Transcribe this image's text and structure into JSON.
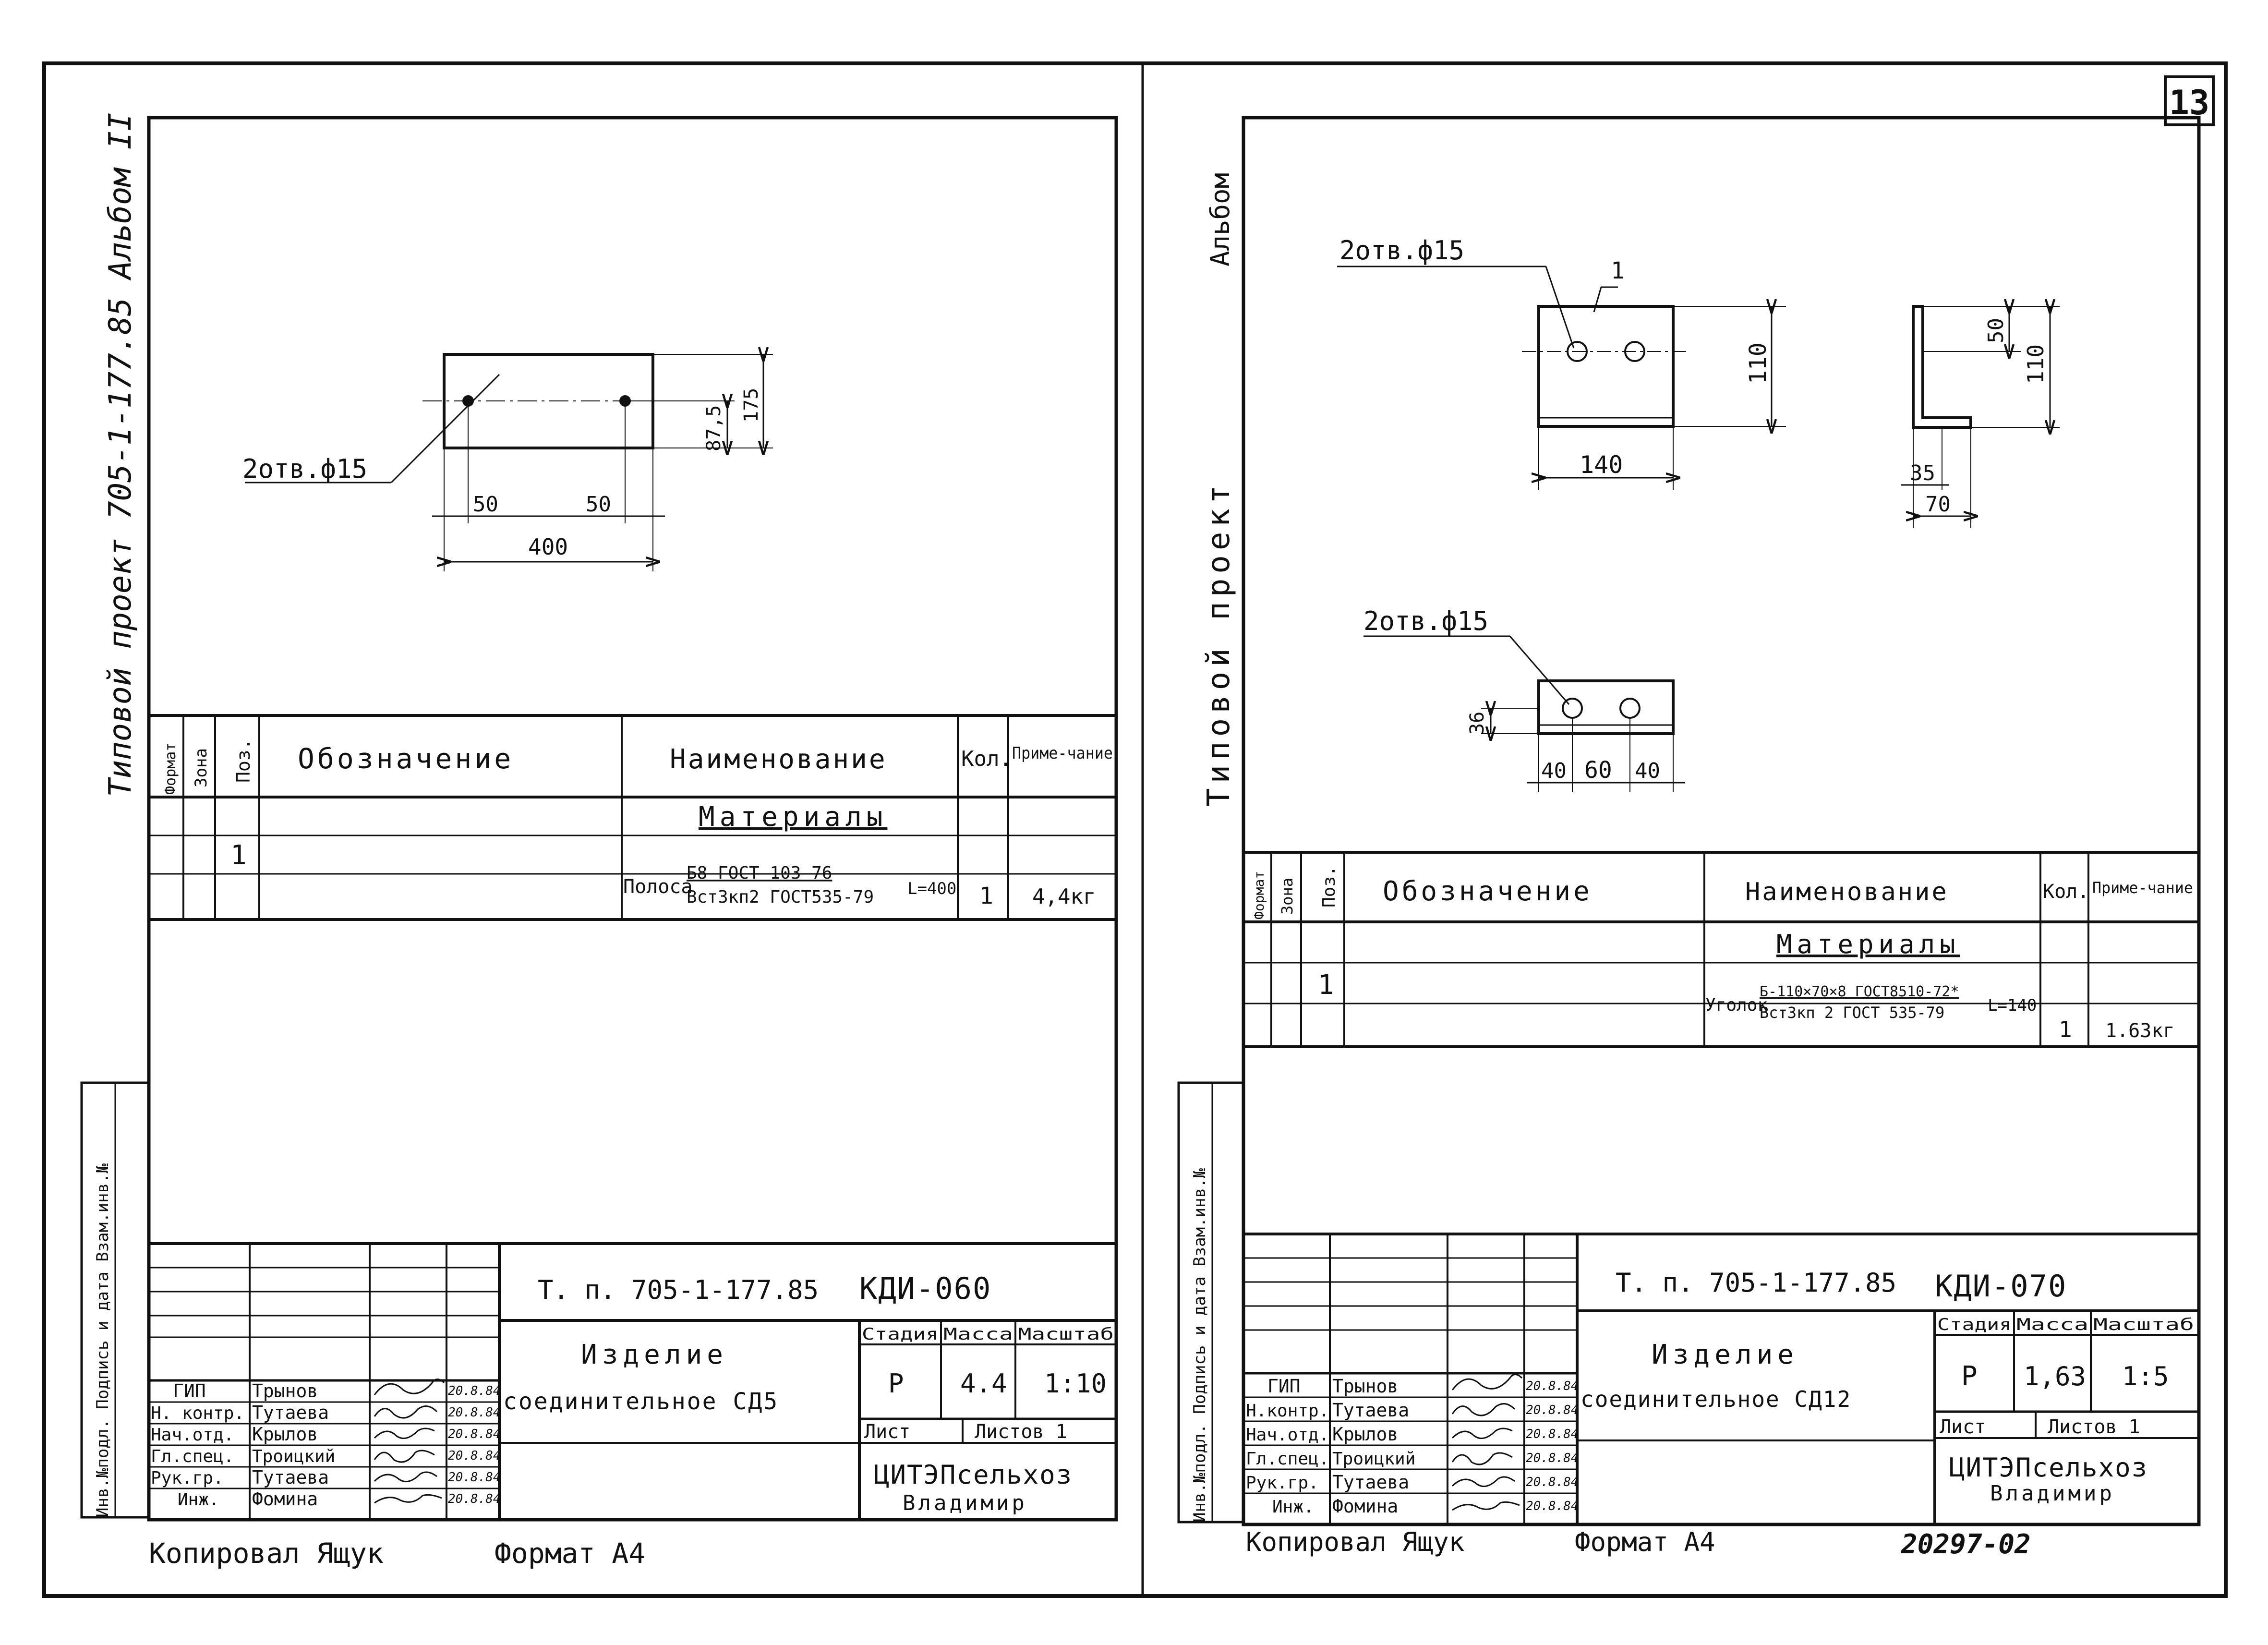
{
  "page_number": "13",
  "footer_code": "20297-02",
  "left": {
    "side_label_main": "Типовой проект 705-1-177.85 Альбом II",
    "side_stamp_label": "Инв.№подл. Подпись и дата Взам.инв.№",
    "drawing": {
      "holes_label": "2отв.ф15",
      "dim_50_left": "50",
      "dim_50_right": "50",
      "dim_400": "400",
      "dim_87_5": "87,5",
      "dim_175": "175"
    },
    "spec": {
      "headers": {
        "format": "Формат",
        "zone": "Зона",
        "pos": "Поз.",
        "designation": "Обозначение",
        "name": "Наименование",
        "qty": "Кол.",
        "note": "Приме-чание"
      },
      "section_title": "Материалы",
      "row": {
        "pos": "1",
        "name_prefix": "Полоса",
        "name_top": "Б8 ГОСТ 103-76",
        "name_bottom": "Вст3кп2 ГОСТ535-79",
        "name_length": "L=400",
        "qty": "1",
        "note": "4,4кг"
      }
    },
    "title_block": {
      "doc_code": "Т. п. 705-1-177.85",
      "sheet_code": "КДИ-060",
      "item_title": "Изделие",
      "item_subtitle": "соединительное СД5",
      "stage_label": "Стадия",
      "mass_label": "Масса",
      "scale_label": "Масштаб",
      "stage": "Р",
      "mass": "4.4",
      "scale": "1:10",
      "sheet_label": "Лист",
      "sheets_label": "Листов 1",
      "org": "ЦИТЭПсельхоз",
      "city": "Владимир",
      "roles": [
        "ГИП",
        "Н. контр.",
        "Нач.отд.",
        "Гл.спец.",
        "Рук.гр.",
        "Инж."
      ],
      "names": [
        "Трынов",
        "Тутаева",
        "Крылов",
        "Троицкий",
        "Тутаева",
        "Фомина"
      ],
      "dates": [
        "20.8.84",
        "20.8.84",
        "20.8.84",
        "20.8.84",
        "20.8.84",
        "20.8.84"
      ]
    },
    "copied_by": "Копировал Ящук",
    "format": "Формат А4"
  },
  "right": {
    "side_label_album": "Альбом",
    "side_label_main": "Типовой проект",
    "side_stamp_label": "Инв.№подл. Подпись и дата Взам.инв.№",
    "drawing": {
      "holes_label_top": "2отв.ф15",
      "holes_label_bottom": "2отв.ф15",
      "pos_callout": "1",
      "dim_110_left": "110",
      "dim_140": "140",
      "dim_50": "50",
      "dim_110_right": "110",
      "dim_35": "35",
      "dim_70": "70",
      "dim_36": "36",
      "dim_40_left": "40",
      "dim_60": "60",
      "dim_40_right": "40"
    },
    "spec": {
      "headers": {
        "format": "Формат",
        "zone": "Зона",
        "pos": "Поз.",
        "designation": "Обозначение",
        "name": "Наименование",
        "qty": "Кол.",
        "note": "Приме-чание"
      },
      "section_title": "Материалы",
      "row": {
        "pos": "1",
        "name_prefix": "Уголок",
        "name_top": "Б-110×70×8 ГОСТ8510-72*",
        "name_bottom": "Вст3кп 2 ГОСТ 535-79",
        "name_length": "L=140",
        "qty": "1",
        "note": "1.63кг"
      }
    },
    "title_block": {
      "doc_code": "Т. п. 705-1-177.85",
      "sheet_code": "КДИ-070",
      "item_title": "Изделие",
      "item_subtitle": "соединительное СД12",
      "stage_label": "Стадия",
      "mass_label": "Масса",
      "scale_label": "Масштаб",
      "stage": "Р",
      "mass": "1,63",
      "scale": "1:5",
      "sheet_label": "Лист",
      "sheets_label": "Листов 1",
      "org": "ЦИТЭПсельхоз",
      "city": "Владимир",
      "roles": [
        "ГИП",
        "Н.контр.",
        "Нач.отд.",
        "Гл.спец.",
        "Рук.гр.",
        "Инж."
      ],
      "names": [
        "Трынов",
        "Тутаева",
        "Крылов",
        "Троицкий",
        "Тутаева",
        "Фомина"
      ],
      "dates": [
        "20.8.84",
        "20.8.84",
        "20.8.84",
        "20.8.84",
        "20.8.84",
        "20.8.84"
      ]
    },
    "copied_by": "Копировал Ящук",
    "format": "Формат А4"
  }
}
